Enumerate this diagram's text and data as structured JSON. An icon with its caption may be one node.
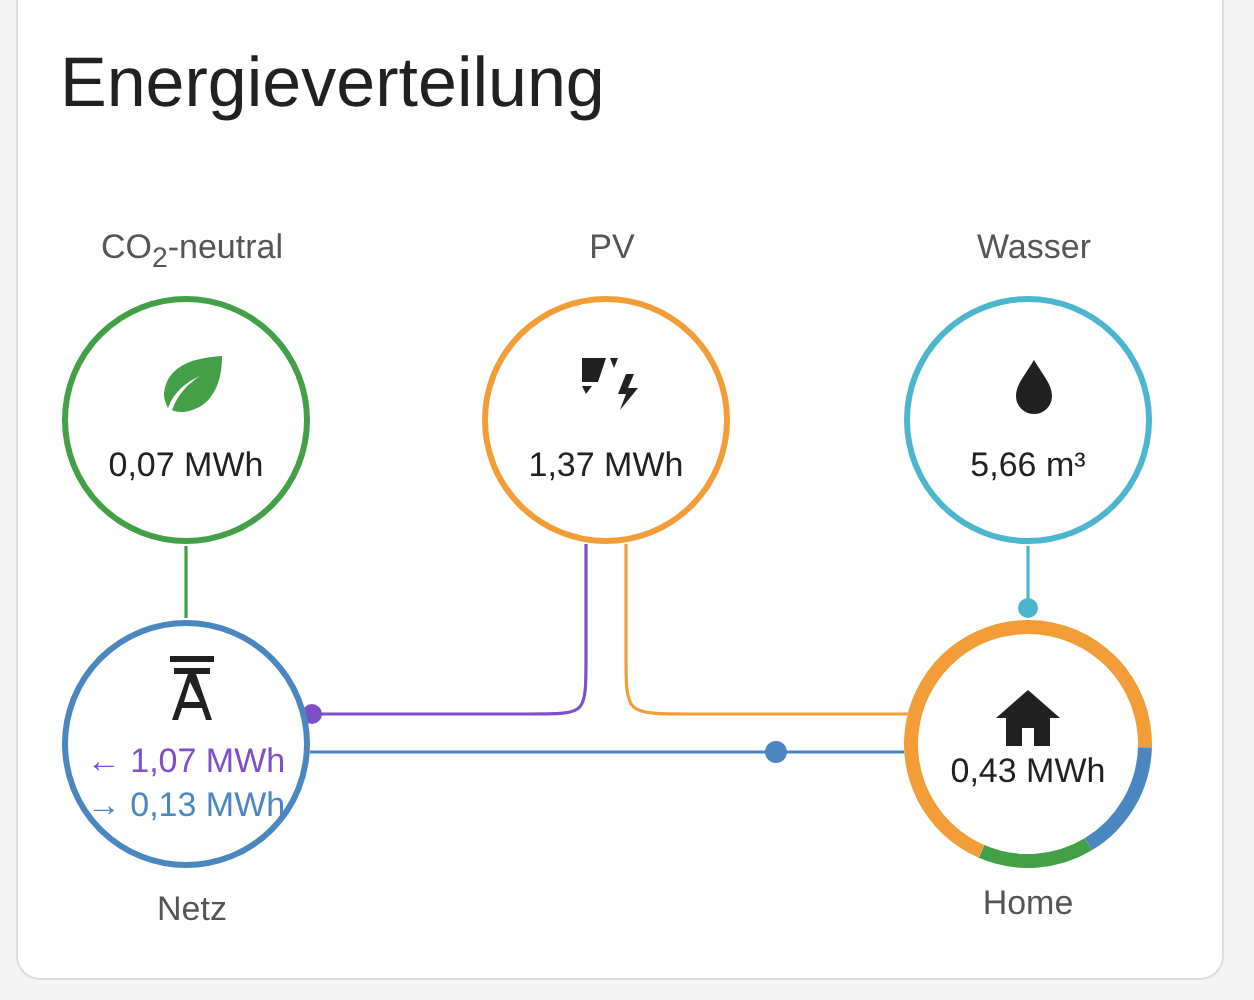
{
  "diagram": {
    "title": "Energieverteilung",
    "nodes": [
      {
        "text": [
          "CO$_{2}$-neutral",
          "0,07 MWh"
        ]
      },
      {
        "text": [
          "PV",
          "1,37 MWh"
        ]
      },
      {
        "text": [
          "Wasser",
          "5,66 m³"
        ]
      },
      {
        "text": [
          "← 1,07 MWh",
          "→ 0,13 MWh",
          "Netz"
        ]
      },
      {
        "text": [
          "0,43 MWh",
          "Home"
        ]
      }
    ],
    "edges": [
      {
        "from": 0,
        "to": 3,
        "arrow": "none",
        "color": "#43a047"
      },
      {
        "from": 1,
        "to": 3,
        "arrow": "other",
        "color": "#7e4fc9"
      },
      {
        "from": 1,
        "to": 4,
        "arrow": "none",
        "color": "#f29d38"
      },
      {
        "from": 2,
        "to": 4,
        "arrow": "other",
        "color": "#4db6cf"
      },
      {
        "from": 3,
        "to": 4,
        "arrow": "none",
        "color": "#4a86c0"
      }
    ]
  }
}
